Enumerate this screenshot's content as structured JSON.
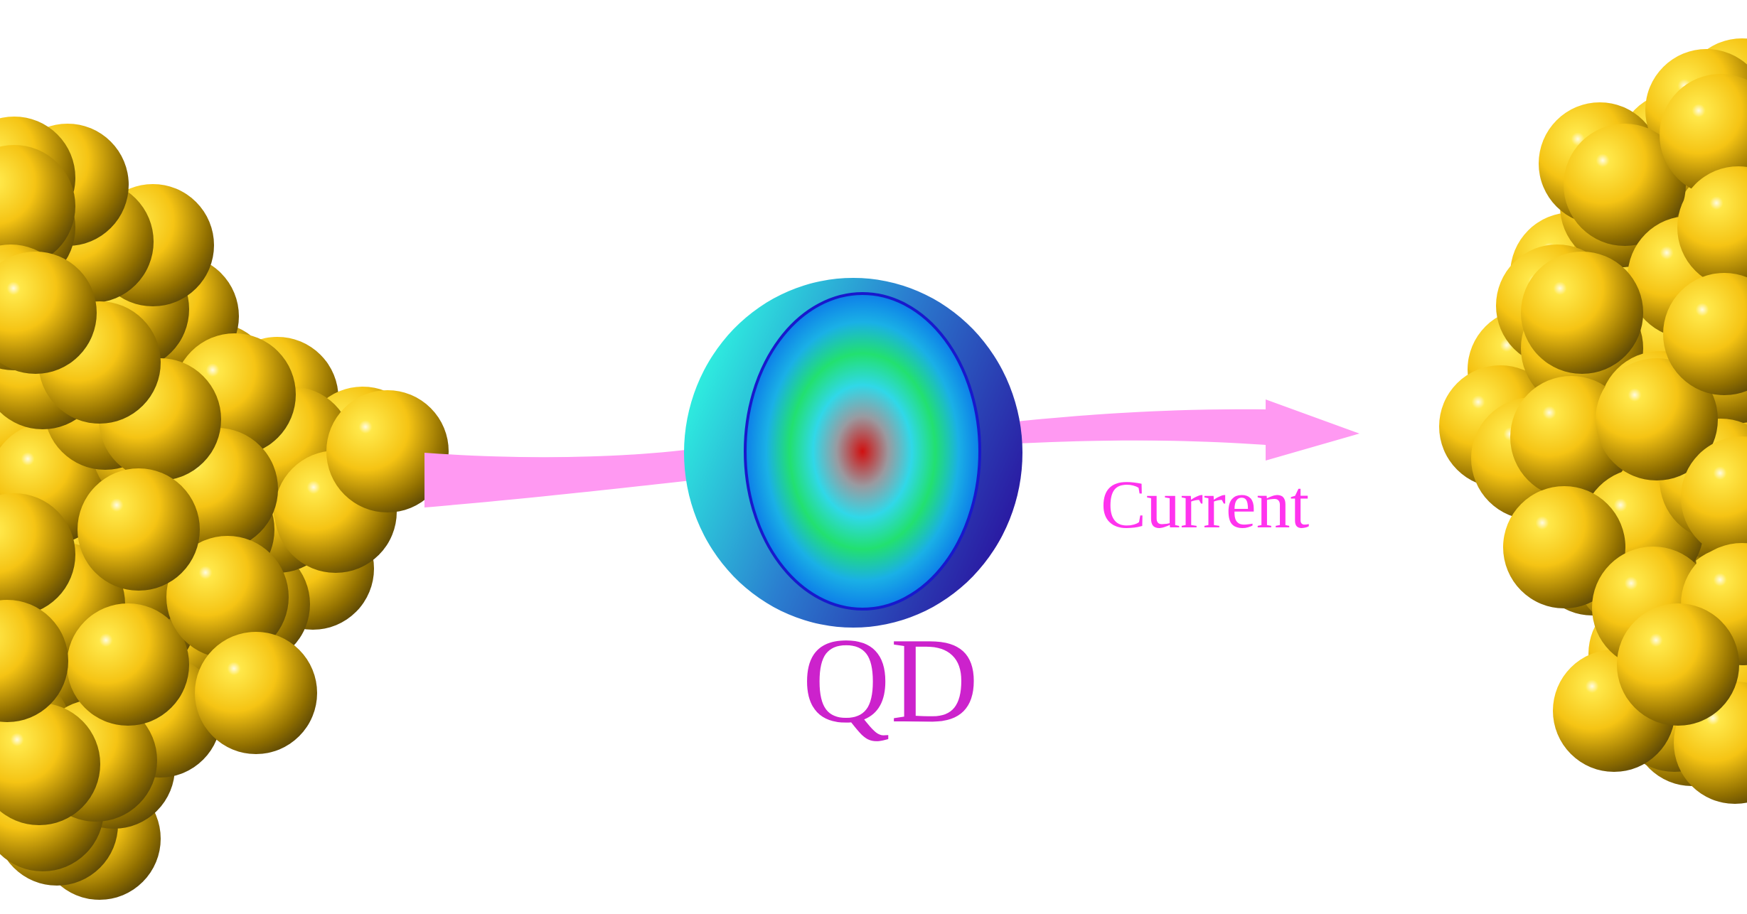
{
  "labels": {
    "current": "Current",
    "qd": "QD"
  },
  "colors": {
    "gold_highlight": "#fffbe0",
    "gold_light": "#ffe84a",
    "gold_mid": "#f5c414",
    "gold_dark": "#8f6e00",
    "gold_shadow": "#5a4606",
    "arrow": "#ff99f2",
    "current_text": "#ff33ee",
    "qd_text": "#cc22cc",
    "qd_shell_light": "#2ef5e0",
    "qd_shell_mid": "#2a7fd0",
    "qd_shell_dark": "#2a109e",
    "qd_core_center": "#d01010",
    "qd_core_ring1": "#9a9aa0",
    "qd_core_ring2": "#30d8e8",
    "qd_core_ring3": "#22e070",
    "qd_core_ring4": "#1ab0e6",
    "qd_core_edge": "#0d7ee8",
    "qd_core_outline": "#1818cc"
  },
  "icons": {
    "left_electrode": "gold-atom-cluster",
    "right_electrode": "gold-atom-cluster",
    "quantum_dot": "core-shell-sphere",
    "flow": "arrow-right"
  }
}
